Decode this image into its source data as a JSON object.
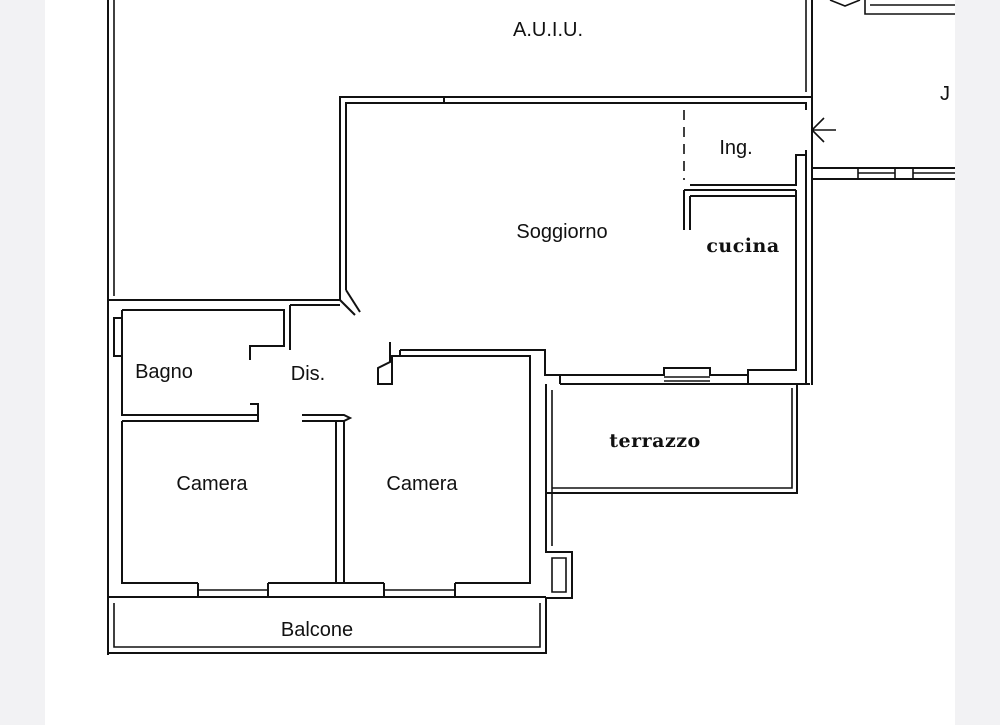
{
  "plan": {
    "rooms": {
      "auiu": "A.U.I.U.",
      "soggiorno": "Soggiorno",
      "ing": "Ing.",
      "cucina": "cucina",
      "bagno": "Bagno",
      "dis": "Dis.",
      "terrazzo": "terrazzo",
      "camera_left": "Camera",
      "camera_right": "Camera",
      "balcone": "Balcone",
      "edge_fragment": "J"
    },
    "colors": {
      "wall": "#111111",
      "paper": "#ffffff",
      "margin": "#f2f2f4"
    },
    "icons": {
      "entrance": "entrance-arrow-icon"
    }
  }
}
